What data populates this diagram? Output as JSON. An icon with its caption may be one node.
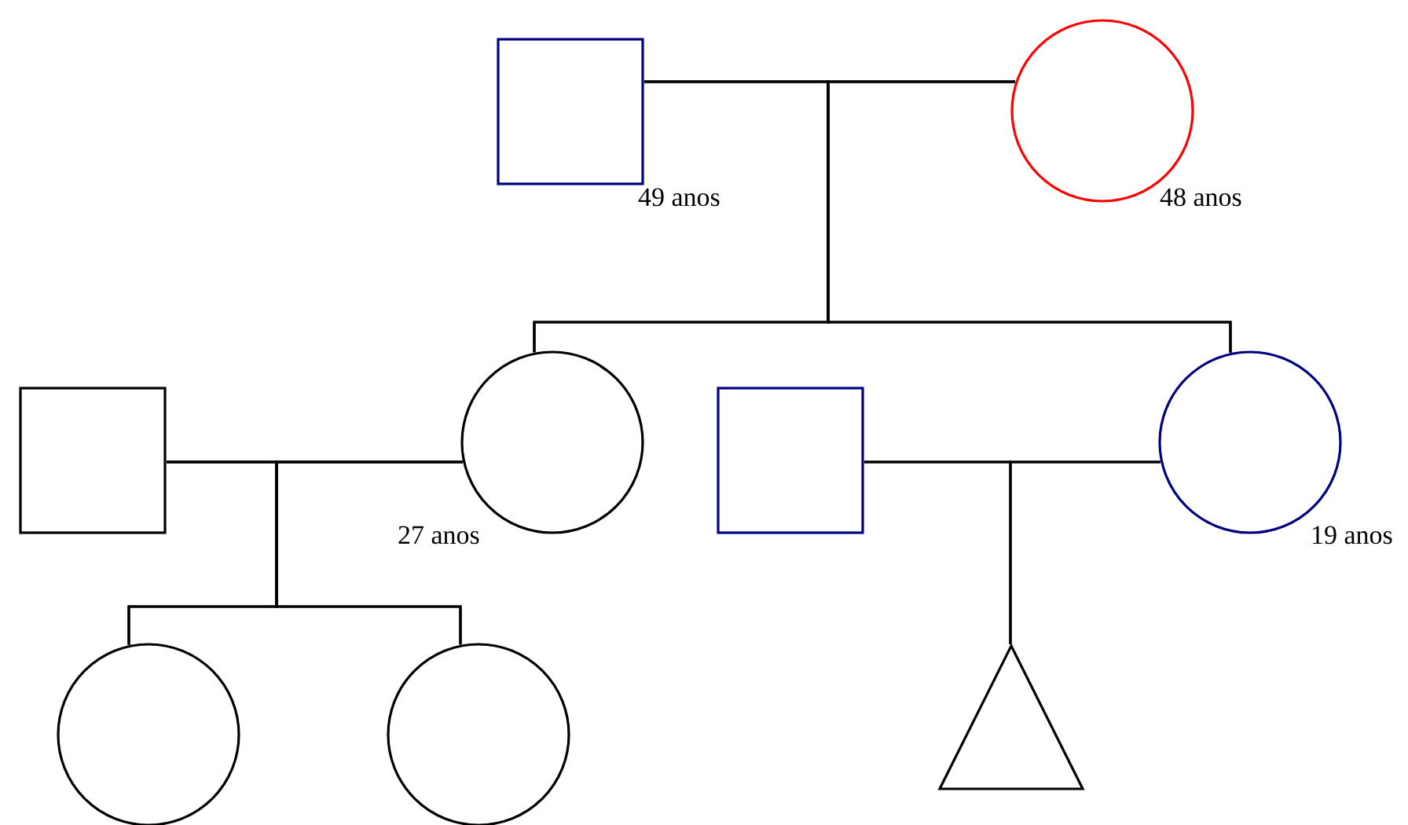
{
  "diagram": {
    "nodes": [
      {
        "text": [],
        "shape": "box",
        "beside": [
          "49 anos"
        ]
      },
      {
        "text": [],
        "shape": "circle",
        "beside": [
          "48 anos"
        ]
      },
      {
        "text": [],
        "shape": "box"
      },
      {
        "text": [],
        "shape": "circle",
        "beside": [
          "27 anos"
        ]
      },
      {
        "text": [],
        "shape": "box"
      },
      {
        "text": [],
        "shape": "circle",
        "beside": [
          "19 anos"
        ]
      },
      {
        "text": [],
        "shape": "circle"
      },
      {
        "text": [],
        "shape": "circle"
      },
      {
        "text": [],
        "shape": "triangle"
      }
    ],
    "edges": [
      {
        "from": 0,
        "to": 1,
        "arrow": "none"
      },
      {
        "from": 0,
        "to": 3,
        "arrow": "none"
      },
      {
        "from": 1,
        "to": 3,
        "arrow": "none"
      },
      {
        "from": 0,
        "to": 5,
        "arrow": "none"
      },
      {
        "from": 1,
        "to": 5,
        "arrow": "none"
      },
      {
        "from": 2,
        "to": 3,
        "arrow": "none"
      },
      {
        "from": 2,
        "to": 6,
        "arrow": "none"
      },
      {
        "from": 3,
        "to": 6,
        "arrow": "none"
      },
      {
        "from": 2,
        "to": 7,
        "arrow": "none"
      },
      {
        "from": 3,
        "to": 7,
        "arrow": "none"
      },
      {
        "from": 4,
        "to": 5,
        "arrow": "none"
      },
      {
        "from": 4,
        "to": 8,
        "arrow": "none"
      },
      {
        "from": 5,
        "to": 8,
        "arrow": "none"
      }
    ]
  }
}
